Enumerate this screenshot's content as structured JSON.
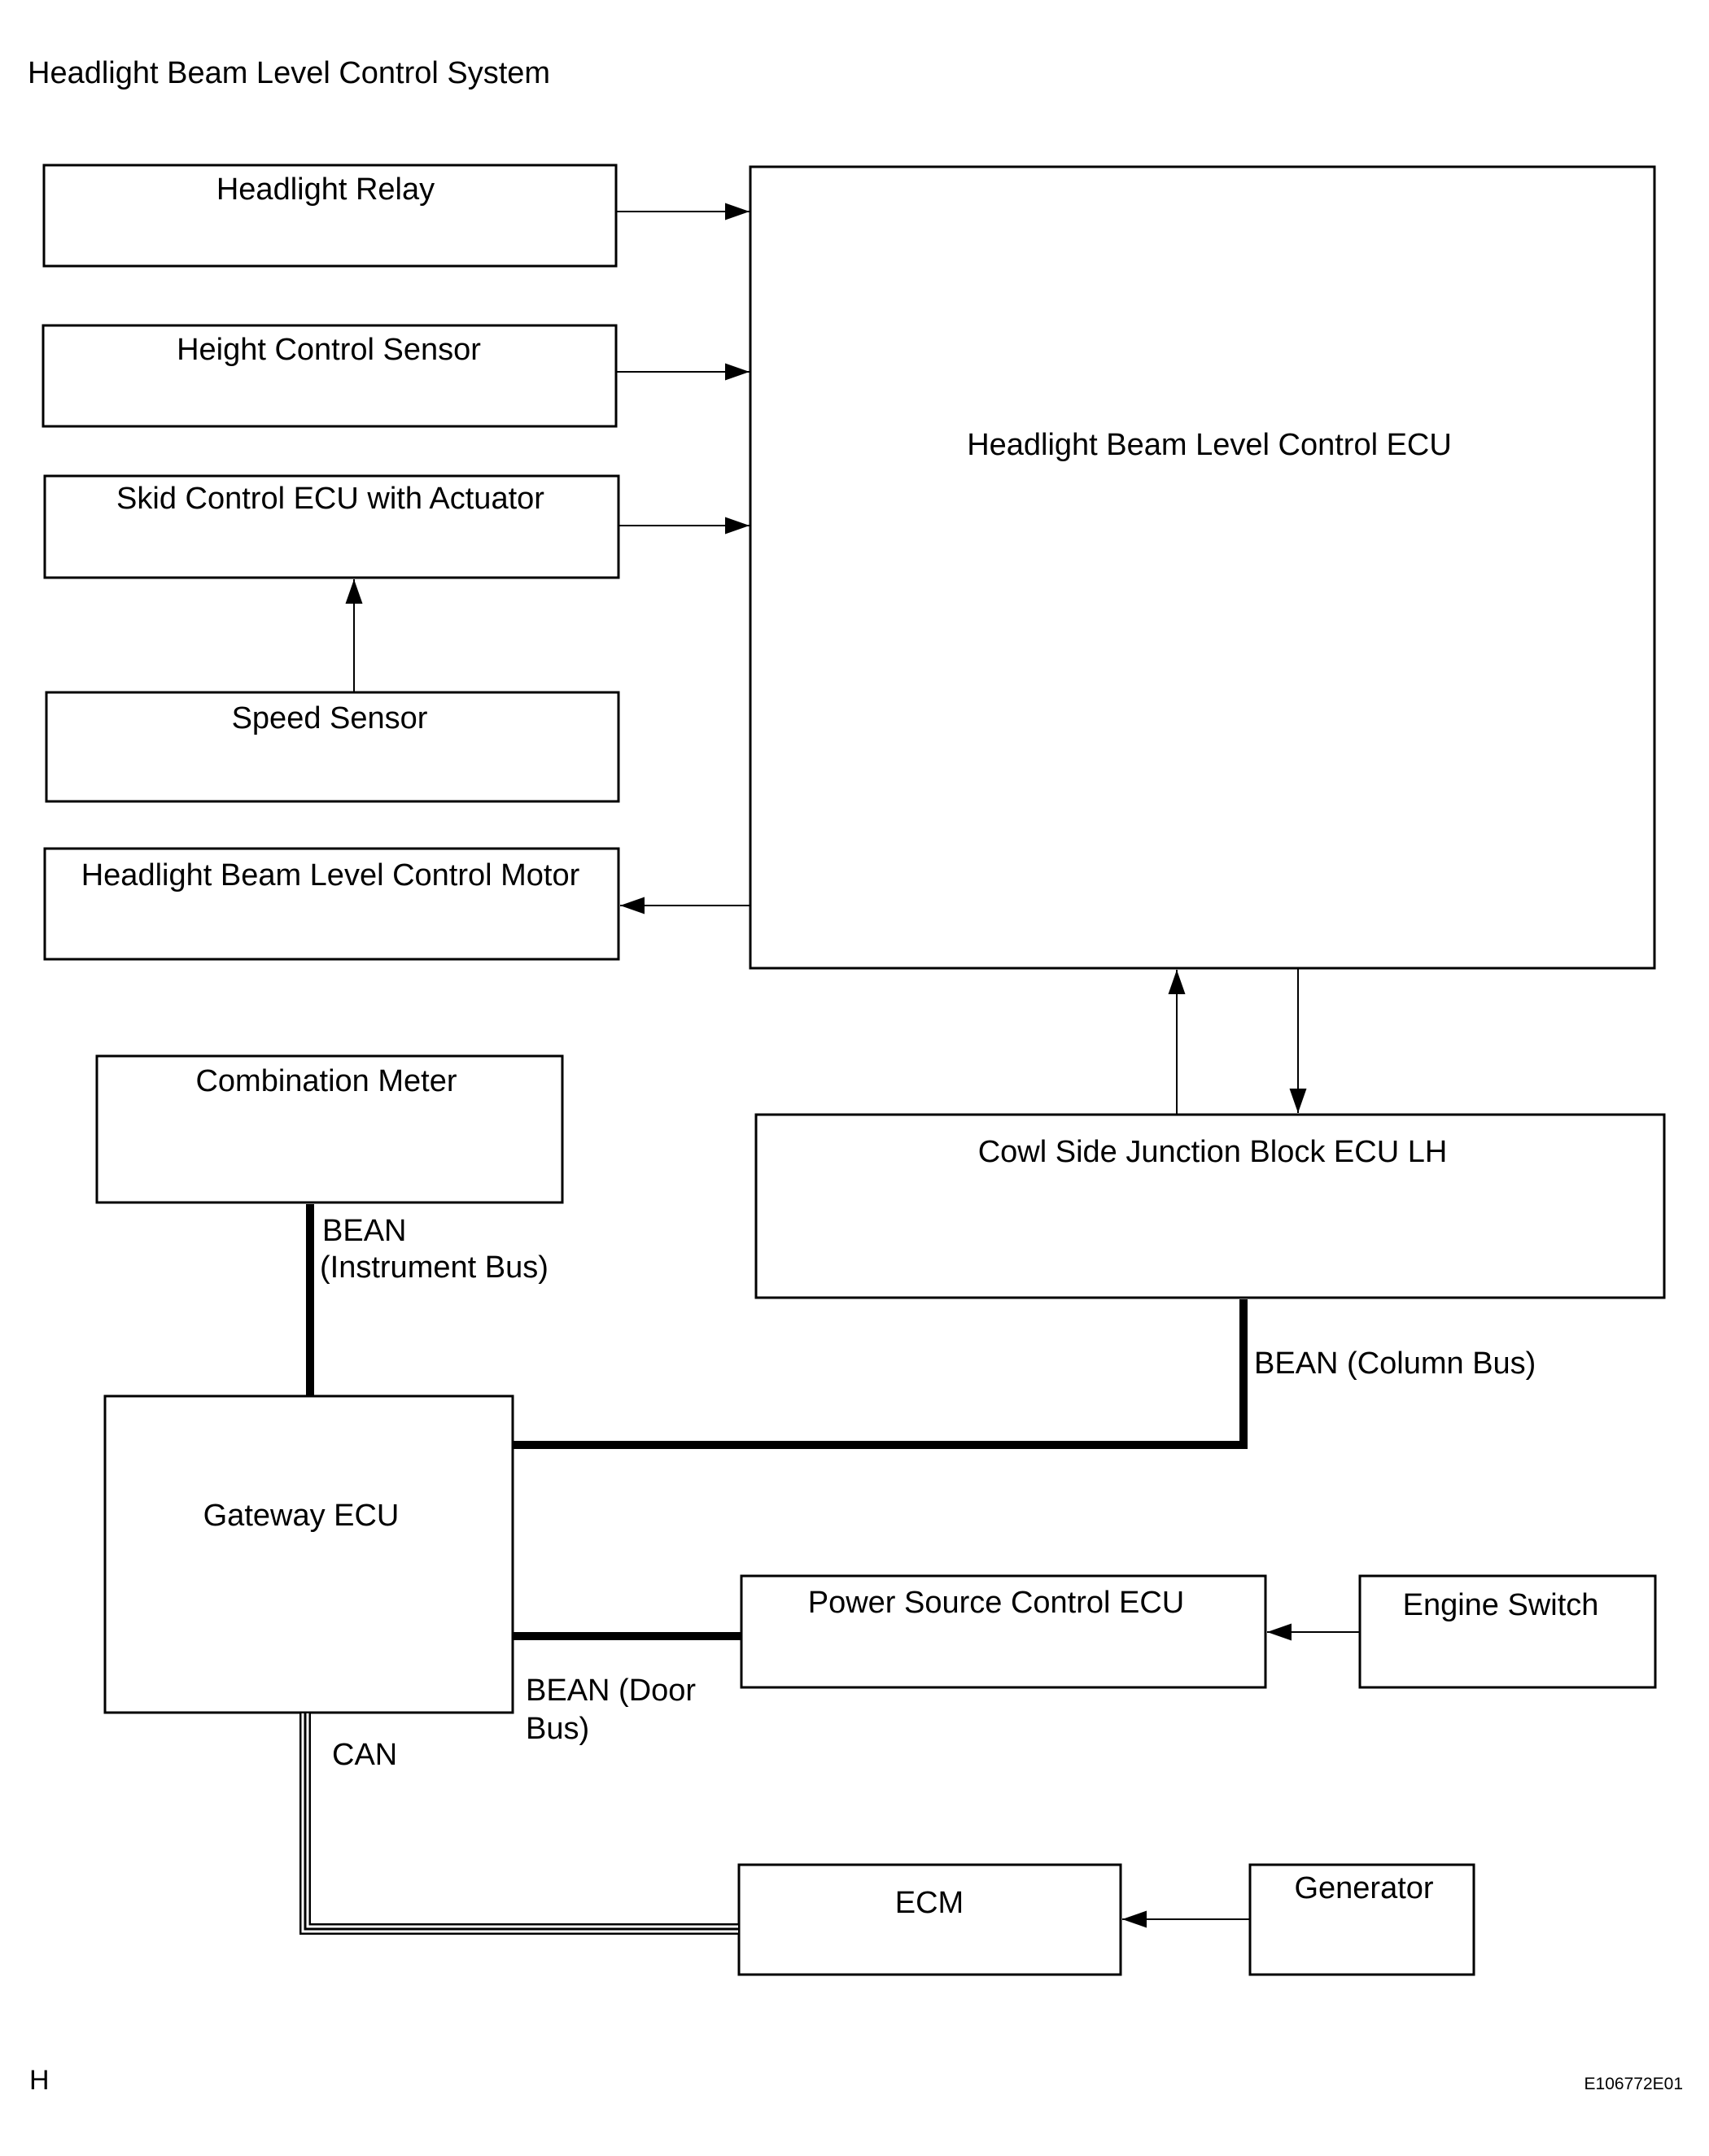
{
  "title": "Headlight Beam Level Control System",
  "footer": {
    "left": "H",
    "right": "E106772E01"
  },
  "blocks": {
    "headlight_relay": "Headlight Relay",
    "height_control_sensor": "Height Control Sensor",
    "skid_control_ecu": "Skid Control ECU with Actuator",
    "speed_sensor": "Speed Sensor",
    "beam_level_motor": "Headlight Beam Level Control Motor",
    "beam_level_ecu": "Headlight Beam Level Control ECU",
    "combination_meter": "Combination Meter",
    "cowl_side_jb_ecu": "Cowl Side Junction Block ECU LH",
    "gateway_ecu": "Gateway ECU",
    "power_source_control_ecu": "Power Source Control ECU",
    "engine_switch": "Engine Switch",
    "ecm": "ECM",
    "generator": "Generator"
  },
  "bus_labels": {
    "instrument_bus_line1": "BEAN",
    "instrument_bus_line2": "(Instrument Bus)",
    "column_bus": "BEAN (Column Bus)",
    "door_bus_line1": "BEAN (Door",
    "door_bus_line2": "Bus)",
    "can": "CAN"
  }
}
